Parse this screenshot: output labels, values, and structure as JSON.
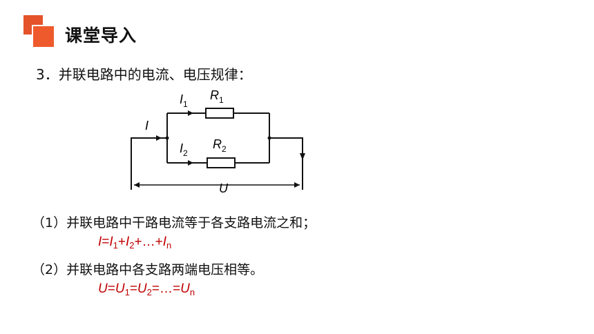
{
  "header": {
    "title": "课堂导入",
    "accent_color": "#e4532a"
  },
  "section": {
    "heading": "3．并联电路中的电流、电压规律："
  },
  "circuit": {
    "total_current_label": "I",
    "branch1": {
      "current": "I",
      "current_sub": "1",
      "resistor": "R",
      "resistor_sub": "1"
    },
    "branch2": {
      "current": "I",
      "current_sub": "2",
      "resistor": "R",
      "resistor_sub": "2"
    },
    "voltage_label": "U"
  },
  "rules": [
    {
      "text": "（1）并联电路中干路电流等于各支路电流之和；",
      "formula": {
        "lhs": "I",
        "eq": "=",
        "t1": "I",
        "t1_sub": "1",
        "plus1": "+",
        "t2": "I",
        "t2_sub": "2",
        "plus2": "+…+",
        "tn": "I",
        "tn_sub": "n"
      }
    },
    {
      "text": "（2）并联电路中各支路两端电压相等。",
      "formula": {
        "lhs": "U",
        "eq1": "=",
        "t1": "U",
        "t1_sub": "1",
        "eq2": "=",
        "t2": "U",
        "t2_sub": "2",
        "eq3": "=…=",
        "tn": "U",
        "tn_sub": "n"
      }
    }
  ],
  "formula_color": "#c00000"
}
